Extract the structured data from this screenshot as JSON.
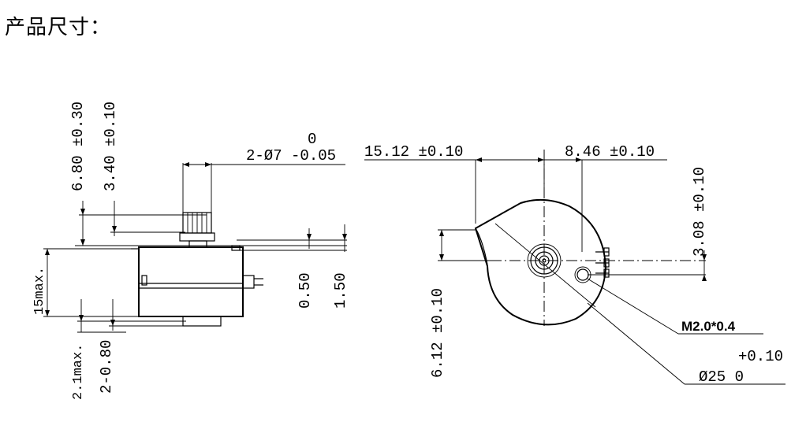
{
  "title": "产品尺寸：",
  "side_view": {
    "dim_6_80": "6.80 ±0.30",
    "dim_3_40": "3.40 ±0.10",
    "gear_dia_top": "0",
    "gear_dia": "2-Ø7 -0.05",
    "dim_15max": "15max.",
    "dim_0_50": "0.50",
    "dim_1_50": "1.50",
    "dim_2_1max": "2.1max.",
    "dim_2_0_80": "2-0.80"
  },
  "front_view": {
    "dim_15_12": "15.12 ±0.10",
    "dim_8_46": "8.46 ±0.10",
    "dim_3_08": "3.08 ±0.10",
    "dim_6_12": "6.12 ±0.10",
    "thread": "M2.0*0.4",
    "dia_tol": "+0.10",
    "dia": "Ø25  0"
  }
}
